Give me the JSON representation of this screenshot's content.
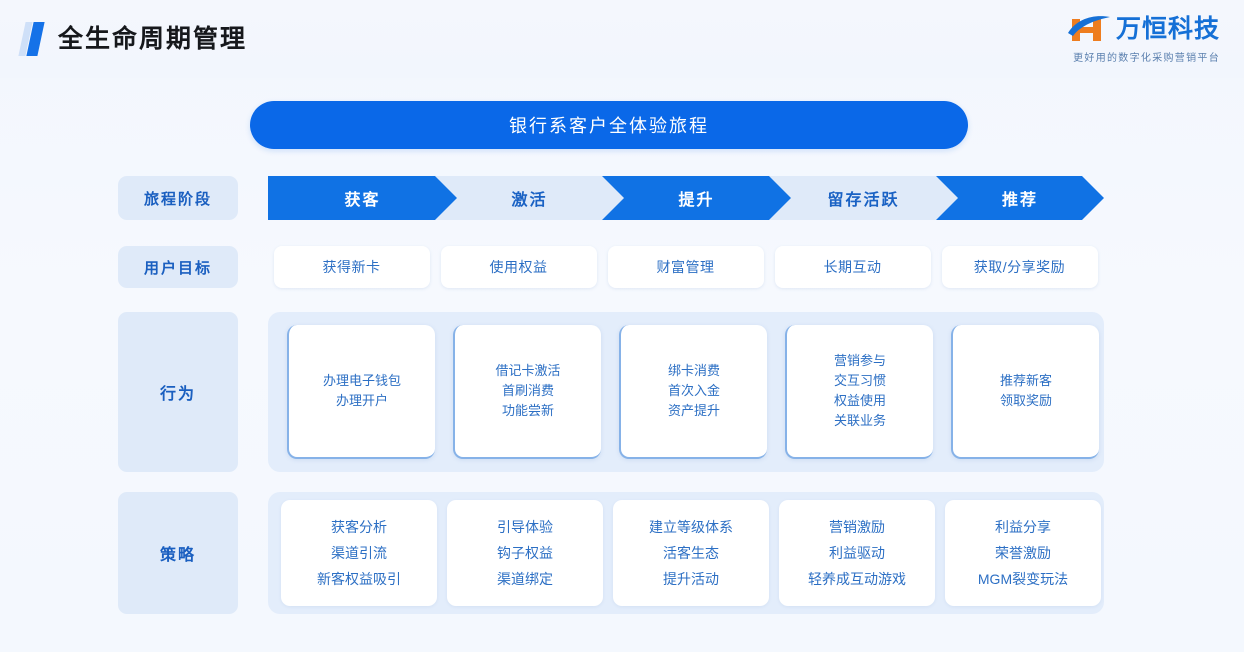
{
  "header": {
    "title": "全生命周期管理",
    "brand_name": "万恒科技",
    "brand_tagline": "更好用的数字化采购营销平台",
    "accent_color": "#1572e8",
    "brand_orange": "#ee7d1f",
    "brand_blue": "#1570d6"
  },
  "banner": {
    "text": "银行系客户全体验旅程",
    "background_color": "#0a68e8",
    "text_color": "#ffffff"
  },
  "rows": {
    "stage_label": "旅程阶段",
    "goal_label": "用户目标",
    "behavior_label": "行为",
    "strategy_label": "策略"
  },
  "stages": [
    {
      "name": "获客",
      "style": "dark"
    },
    {
      "name": "激活",
      "style": "light"
    },
    {
      "name": "提升",
      "style": "dark"
    },
    {
      "name": "留存活跃",
      "style": "light"
    },
    {
      "name": "推荐",
      "style": "dark"
    }
  ],
  "goals": [
    "获得新卡",
    "使用权益",
    "财富管理",
    "长期互动",
    "获取/分享奖励"
  ],
  "behaviors": [
    "办理电子钱包\n办理开户",
    "借记卡激活\n首刷消费\n功能尝新",
    "绑卡消费\n首次入金\n资产提升",
    "营销参与\n交互习惯\n权益使用\n关联业务",
    "推荐新客\n领取奖励"
  ],
  "strategies": [
    "获客分析\n渠道引流\n新客权益吸引",
    "引导体验\n钩子权益\n渠道绑定",
    "建立等级体系\n活客生态\n提升活动",
    "营销激励\n利益驱动\n轻养成互动游戏",
    "利益分享\n荣誉激励\nMGM裂变玩法"
  ],
  "colors": {
    "page_background": "#f3f7fe",
    "panel_background": "#e3edfb",
    "label_background": "#dfeaf9",
    "stage_dark": "#1072e4",
    "stage_light": "#dfeaf9",
    "card_text": "#2c6fc4",
    "label_text": "#1a5fc0"
  }
}
